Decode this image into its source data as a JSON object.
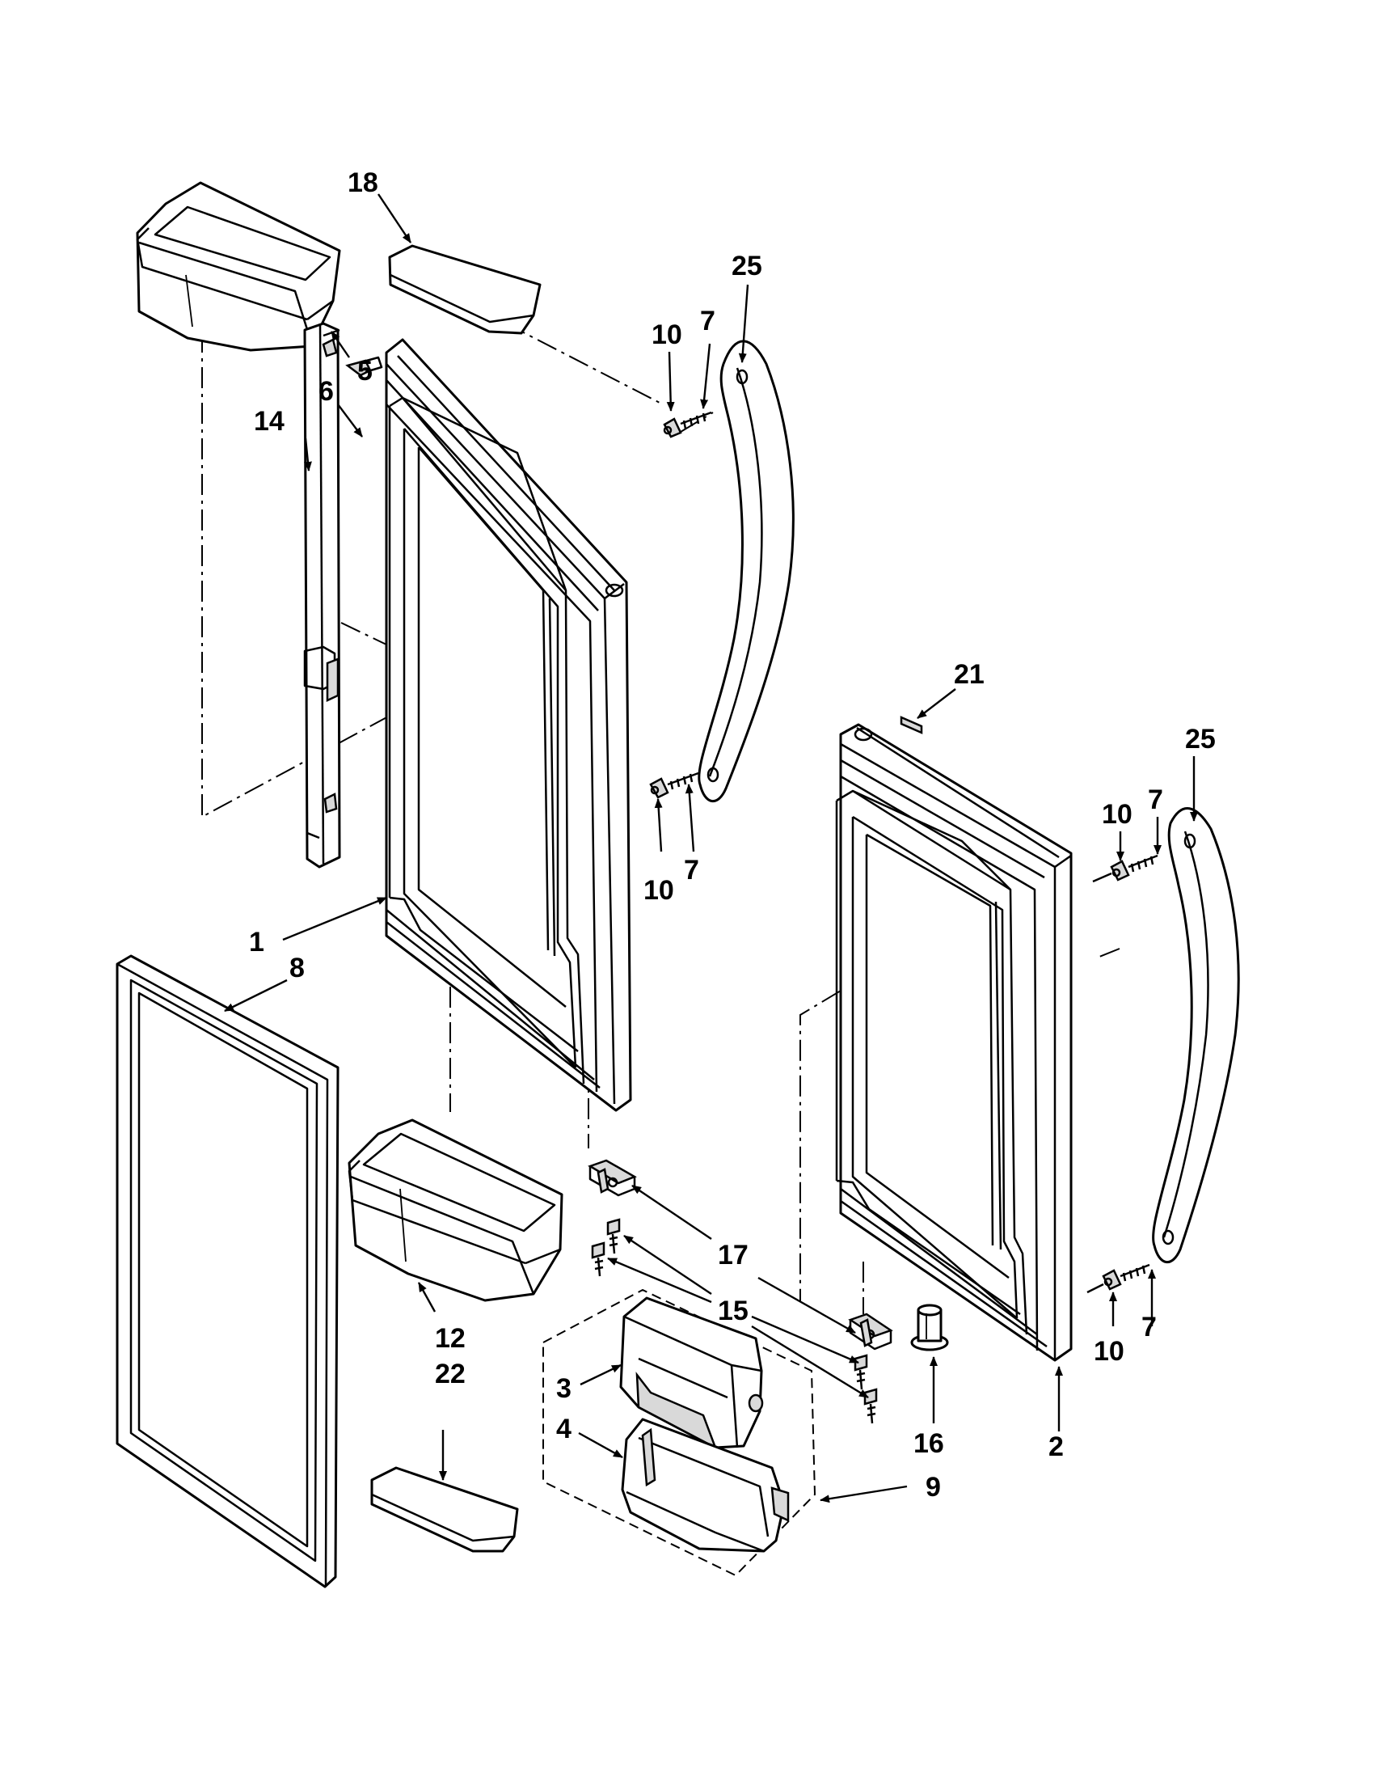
{
  "diagram": {
    "labels": {
      "p1": "1",
      "p2": "2",
      "p3": "3",
      "p4": "4",
      "p5": "5",
      "p6": "6",
      "p7a": "7",
      "p7b": "7",
      "p7c": "7",
      "p7d": "7",
      "p8": "8",
      "p9": "9",
      "p10a": "10",
      "p10b": "10",
      "p10c": "10",
      "p10d": "10",
      "p12": "12",
      "p14": "14",
      "p15": "15",
      "p16": "16",
      "p17": "17",
      "p18": "18",
      "p21": "21",
      "p22": "22",
      "p25a": "25",
      "p25b": "25"
    }
  }
}
